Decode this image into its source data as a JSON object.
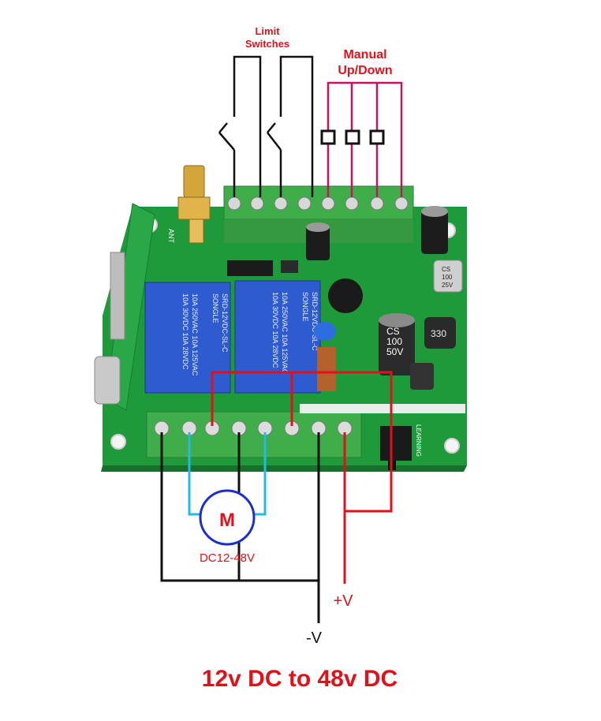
{
  "labels": {
    "limit_switches_line1": "Limit",
    "limit_switches_line2": "Switches",
    "manual_line1": "Manual",
    "manual_line2": "Up/Down",
    "motor": "M",
    "motor_voltage": "DC12-48V",
    "plus_v": "+V",
    "minus_v": "-V",
    "caption": "12v DC to 48v DC"
  },
  "board": {
    "antenna_label": "ANT",
    "learning_label": "LEARNING",
    "relay_brand": "SONGLE",
    "relay_model": "SRD-12VDC-SL-C",
    "relay_rating_1": "10A 250VAC  10A 125VAC",
    "relay_rating_2": "10A 30VDC  10A 28VDC",
    "cap_large_line1": "CS",
    "cap_large_line2": "100",
    "cap_large_line3": "50V",
    "inductor_label": "330",
    "cap_small_line1": "CS",
    "cap_small_line2": "100",
    "cap_small_line3": "25V"
  },
  "colors": {
    "wire_black": "#111111",
    "wire_red": "#e0111b",
    "wire_magenta": "#c4145f",
    "wire_cyan": "#27b8e0",
    "motor_ring": "#1a2fd0",
    "pcb_green": "#1f9a3a",
    "terminal_green": "#3fae4a",
    "relay_blue": "#2f5bd0",
    "caption_red": "#e0111b"
  }
}
